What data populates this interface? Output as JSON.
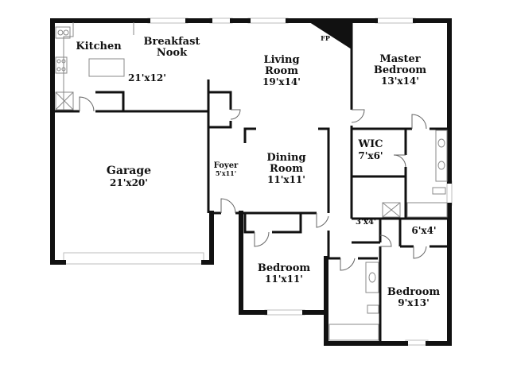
{
  "colors": {
    "wall": "#111111",
    "fixture": "#888888",
    "window": "#bdbdbd",
    "background": "#ffffff"
  },
  "rooms": {
    "kitchen": {
      "name": "Kitchen"
    },
    "breakfast_nook": {
      "name_line1": "Breakfast",
      "name_line2": "Nook",
      "dimensions": "21'x12'"
    },
    "living_room": {
      "name_line1": "Living",
      "name_line2": "Room",
      "dimensions": "19'x14'"
    },
    "fireplace": {
      "label": "FP"
    },
    "master_bedroom": {
      "name_line1": "Master",
      "name_line2": "Bedroom",
      "dimensions": "13'x14'"
    },
    "wic": {
      "name": "WIC",
      "dimensions": "7'x6'"
    },
    "garage": {
      "name": "Garage",
      "dimensions": "21'x20'"
    },
    "foyer": {
      "name": "Foyer",
      "dimensions": "5'x11'"
    },
    "dining_room": {
      "name_line1": "Dining",
      "name_line2": "Room",
      "dimensions": "11'x11'"
    },
    "closet_small": {
      "dimensions": "3'x4'"
    },
    "closet_bath": {
      "dimensions": "6'x4'"
    },
    "bedroom_2": {
      "name": "Bedroom",
      "dimensions": "11'x11'"
    },
    "bedroom_3": {
      "name": "Bedroom",
      "dimensions": "9'x13'"
    }
  }
}
